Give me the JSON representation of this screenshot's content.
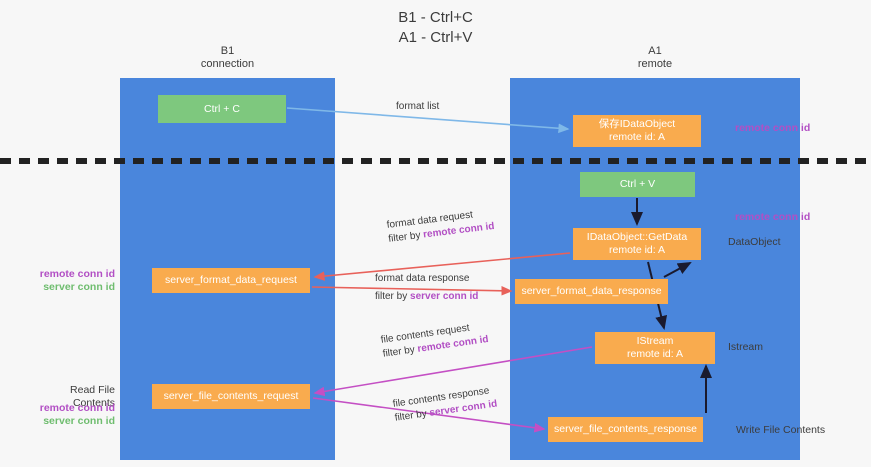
{
  "title": {
    "line1": "B1 - Ctrl+C",
    "line2": "A1 - Ctrl+V"
  },
  "lanes": [
    {
      "id": "b1",
      "name": "B1",
      "role": "connection"
    },
    {
      "id": "a1",
      "name": "A1",
      "role": "remote"
    }
  ],
  "nodes": {
    "ctrl_c": {
      "line1": "Ctrl + C",
      "line2": "",
      "color": "#7ec87e"
    },
    "save_idataobject": {
      "line1": "保存IDataObject",
      "line2": "remote id: A",
      "color": "#f9ab4e"
    },
    "ctrl_v": {
      "line1": "Ctrl + V",
      "line2": "",
      "color": "#7ec87e"
    },
    "idataobject_getdata": {
      "line1": "IDataObject::GetData",
      "line2": "remote id: A",
      "color": "#f9ab4e"
    },
    "server_format_data_request": {
      "line1": "server_format_data_request",
      "line2": "",
      "color": "#f9ab4e"
    },
    "server_format_data_response": {
      "line1": "server_format_data_response",
      "line2": "",
      "color": "#f9ab4e"
    },
    "istream": {
      "line1": "IStream",
      "line2": "remote id: A",
      "color": "#f9ab4e"
    },
    "server_file_contents_request": {
      "line1": "server_file_contents_request",
      "line2": "",
      "color": "#f9ab4e"
    },
    "server_file_contents_response": {
      "line1": "server_file_contents_response",
      "line2": "",
      "color": "#f9ab4e"
    }
  },
  "edge_labels": {
    "format_list": {
      "line1": "format list",
      "line2": "",
      "filter": ""
    },
    "format_data_request": {
      "line1": "format data request",
      "prefix": "filter by ",
      "filter": "remote conn id"
    },
    "format_data_response": {
      "line1": "format data response",
      "prefix": "filter by ",
      "filter": "server conn id"
    },
    "file_contents_request": {
      "line1": "file contents request",
      "prefix": "filter by ",
      "filter": "remote conn id"
    },
    "file_contents_response": {
      "line1": "file contents response",
      "prefix": "filter by ",
      "filter": "server conn id"
    }
  },
  "annotations": {
    "right_1": {
      "text": "remote conn id"
    },
    "right_2": {
      "text": "remote conn id"
    },
    "right_2b": {
      "text": "DataObject"
    },
    "right_3": {
      "text": "Istream"
    },
    "right_4": {
      "text": "Write File Contents"
    },
    "left_1a": {
      "text": "remote conn id"
    },
    "left_1b": {
      "text": "server conn id"
    },
    "left_2": {
      "text": "Read File Contents"
    },
    "left_3a": {
      "text": "remote conn id"
    },
    "left_3b": {
      "text": "server conn id"
    }
  },
  "colors": {
    "lane": "#4a86dc",
    "green_node": "#7ec87e",
    "orange_node": "#f9ab4e",
    "purple_text": "#b24fc4",
    "green_text": "#6fbd6f",
    "red_arrow": "#e8615a",
    "blue_arrow": "#7fb8e8",
    "magenta_arrow": "#c44fc4",
    "dark_arrow": "#1a1a2e",
    "background": "#f7f7f7"
  }
}
